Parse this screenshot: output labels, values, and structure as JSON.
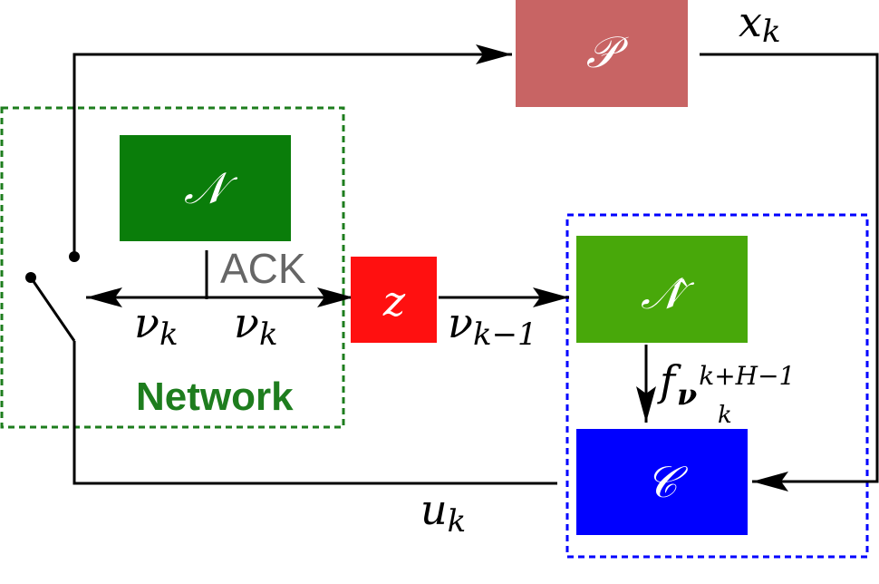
{
  "blocks": {
    "plant": {
      "label": "𝒫",
      "color": "#c86464"
    },
    "network": {
      "label": "𝒩",
      "color": "#0a7d0a"
    },
    "delay": {
      "label": "z",
      "color": "#ff1010"
    },
    "network_model": {
      "label": "𝒩̂",
      "color": "#48a80a"
    },
    "controller": {
      "label": "𝒞",
      "color": "#0000ff"
    }
  },
  "signals": {
    "state": {
      "base": "x",
      "sub": "k"
    },
    "input": {
      "base": "u",
      "sub": "k"
    },
    "nu_left": {
      "base": "ν",
      "sub": "k"
    },
    "nu_right": {
      "base": "ν",
      "sub": "k"
    },
    "nu_delayed": {
      "base": "ν",
      "sub": "k−1"
    },
    "f_label": {
      "base": "f",
      "sub": "ν",
      "subsub": "k",
      "sup": "k+H−1"
    }
  },
  "labels": {
    "ack": "ACK",
    "network_box": "Network"
  },
  "colors": {
    "network_border": "#1e7d1e",
    "model_border": "#0000ff"
  }
}
